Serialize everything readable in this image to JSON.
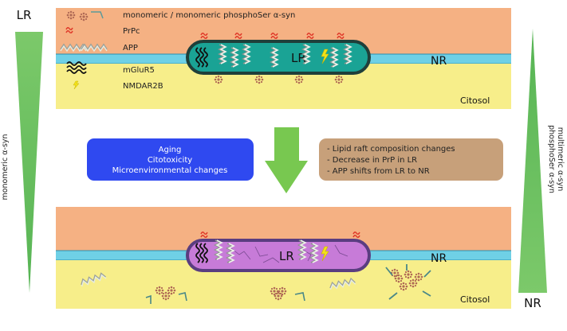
{
  "left_scale": {
    "top_label": "LR",
    "side_label": "monomeric α-syn"
  },
  "right_scale": {
    "bottom_label": "NR",
    "side_label_line1": "multimeric α-syn",
    "side_label_line2": "phosphoSer α-syn"
  },
  "legend": [
    {
      "icon": "monomer-icon",
      "label": "monomeric / monomeric phosphoSer α-syn"
    },
    {
      "icon": "prpc-icon",
      "label": "PrPc"
    },
    {
      "icon": "app-icon",
      "label": "APP"
    },
    {
      "icon": "mglur5-icon",
      "label": "mGluR5"
    },
    {
      "icon": "nmdar2b-icon",
      "label": "NMDAR2B"
    }
  ],
  "top_panel": {
    "raft_label": "LR",
    "nr_label": "NR",
    "cytosol_label": "Citosol"
  },
  "bottom_panel": {
    "raft_label": "LR",
    "nr_label": "NR",
    "cytosol_label": "Citosol"
  },
  "causes_box": {
    "lines": [
      "Aging",
      "Citotoxicity",
      "Microenvironmental changes"
    ]
  },
  "effects_box": {
    "lines": [
      "- Lipid raft composition changes",
      "- Decrease in PrP in LR",
      "- APP shifts from LR to NR"
    ]
  },
  "colors": {
    "extracellular": "#f5b183",
    "membrane": "#6fd0e6",
    "cytosol": "#f7ee8a",
    "raft_top": "#1aa395",
    "raft_bottom": "#c77bd8",
    "causes_box": "#2f49f0",
    "effects_box": "#c7a07a",
    "arrow": "#78c850",
    "prpc": "#e03a2a",
    "monomer": "#b06a55"
  }
}
